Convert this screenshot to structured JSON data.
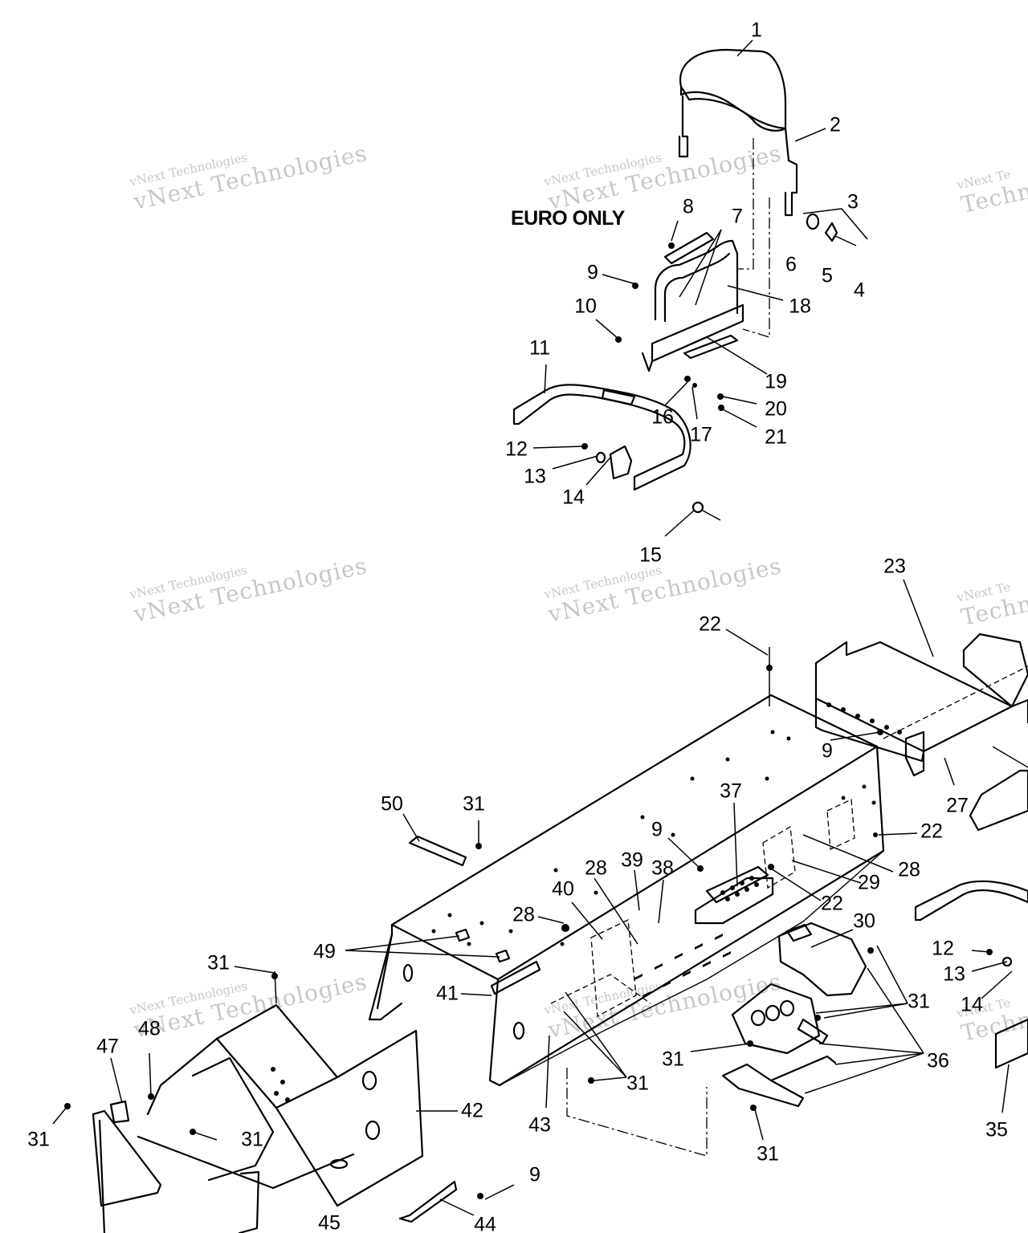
{
  "diagram": {
    "note_label": "EURO ONLY",
    "watermark": {
      "big": "vNext Technologies",
      "small": "vNext Technologies",
      "big_clipped": "Techn",
      "small_clipped": "vNext Te"
    },
    "callouts": [
      {
        "id": "c1",
        "text": "1"
      },
      {
        "id": "c2",
        "text": "2"
      },
      {
        "id": "c3",
        "text": "3"
      },
      {
        "id": "c4",
        "text": "4"
      },
      {
        "id": "c5",
        "text": "5"
      },
      {
        "id": "c6",
        "text": "6"
      },
      {
        "id": "c7",
        "text": "7"
      },
      {
        "id": "c8",
        "text": "8"
      },
      {
        "id": "c9a",
        "text": "9"
      },
      {
        "id": "c10",
        "text": "10"
      },
      {
        "id": "c11",
        "text": "11"
      },
      {
        "id": "c12a",
        "text": "12"
      },
      {
        "id": "c13a",
        "text": "13"
      },
      {
        "id": "c14a",
        "text": "14"
      },
      {
        "id": "c15",
        "text": "15"
      },
      {
        "id": "c16",
        "text": "16"
      },
      {
        "id": "c17",
        "text": "17"
      },
      {
        "id": "c18",
        "text": "18"
      },
      {
        "id": "c19",
        "text": "19"
      },
      {
        "id": "c20",
        "text": "20"
      },
      {
        "id": "c21",
        "text": "21"
      },
      {
        "id": "c22a",
        "text": "22"
      },
      {
        "id": "c23",
        "text": "23"
      },
      {
        "id": "c9b",
        "text": "9"
      },
      {
        "id": "c27",
        "text": "27"
      },
      {
        "id": "c22b",
        "text": "22"
      },
      {
        "id": "c50",
        "text": "50"
      },
      {
        "id": "c31a",
        "text": "31"
      },
      {
        "id": "c37",
        "text": "37"
      },
      {
        "id": "c9c",
        "text": "9"
      },
      {
        "id": "c28a",
        "text": "28"
      },
      {
        "id": "c29",
        "text": "29"
      },
      {
        "id": "c22c",
        "text": "22"
      },
      {
        "id": "c28b",
        "text": "28"
      },
      {
        "id": "c39",
        "text": "39"
      },
      {
        "id": "c38",
        "text": "38"
      },
      {
        "id": "c40",
        "text": "40"
      },
      {
        "id": "c28c",
        "text": "28"
      },
      {
        "id": "c30",
        "text": "30"
      },
      {
        "id": "c49",
        "text": "49"
      },
      {
        "id": "c31b",
        "text": "31"
      },
      {
        "id": "c41",
        "text": "41"
      },
      {
        "id": "c12b",
        "text": "12"
      },
      {
        "id": "c13b",
        "text": "13"
      },
      {
        "id": "c14b",
        "text": "14"
      },
      {
        "id": "c31c",
        "text": "31"
      },
      {
        "id": "c48",
        "text": "48"
      },
      {
        "id": "c47",
        "text": "47"
      },
      {
        "id": "c31d",
        "text": "31"
      },
      {
        "id": "c36",
        "text": "36"
      },
      {
        "id": "c31e",
        "text": "31"
      },
      {
        "id": "c42",
        "text": "42"
      },
      {
        "id": "c31f",
        "text": "31"
      },
      {
        "id": "c43",
        "text": "43"
      },
      {
        "id": "c35",
        "text": "35"
      },
      {
        "id": "c31g",
        "text": "31"
      },
      {
        "id": "c31h",
        "text": "31"
      },
      {
        "id": "c31i",
        "text": "31"
      },
      {
        "id": "c9d",
        "text": "9"
      },
      {
        "id": "c45",
        "text": "45"
      },
      {
        "id": "c44",
        "text": "44"
      }
    ]
  }
}
